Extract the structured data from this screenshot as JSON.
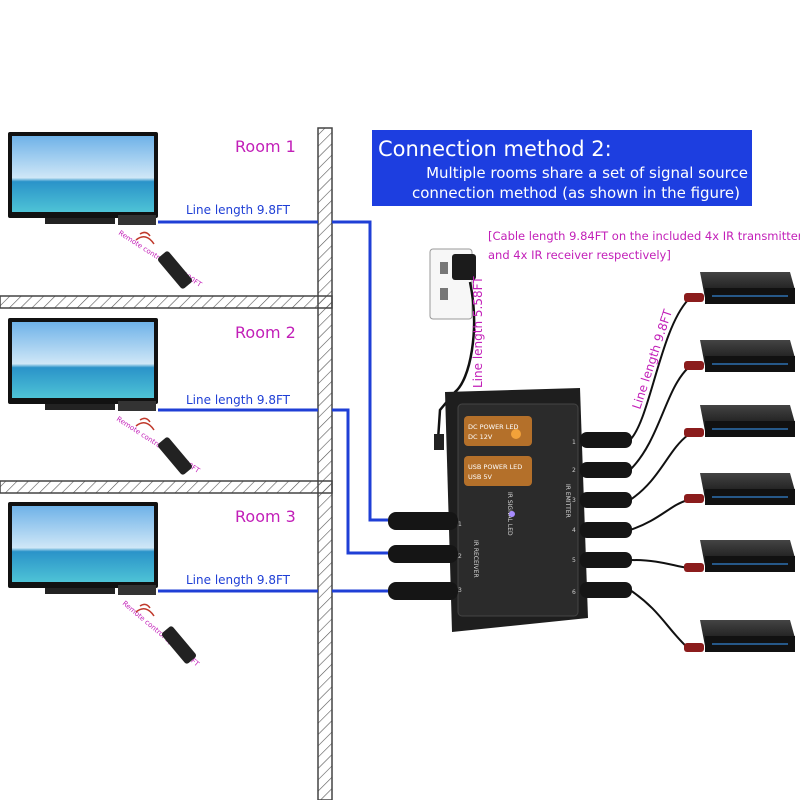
{
  "title_box": {
    "heading": "Connection method 2:",
    "line1": "Multiple rooms share a set of signal source",
    "line2": "connection method (as shown in the figure)"
  },
  "rooms": [
    {
      "label": "Room 1",
      "line_length": "Line length 9.8FT",
      "remote_text": "Remote control up to 100FT"
    },
    {
      "label": "Room 2",
      "line_length": "Line length 9.8FT",
      "remote_text": "Remote control up to 100FT"
    },
    {
      "label": "Room 3",
      "line_length": "Line length 9.8FT",
      "remote_text": "Remote control up to 100FT"
    }
  ],
  "cable_note": {
    "line1": "[Cable length 9.84FT on the included 4x IR transmitter",
    "line2": "and 4x IR receiver respectively]"
  },
  "power_line_length": "Line length 5.58FT",
  "emitter_line_length": "Line length 9.8FT",
  "device": {
    "dc_led": "DC POWER LED",
    "dc_volt": "DC 12V",
    "usb_led": "USB POWER LED",
    "usb_volt": "USB 5V",
    "ir_signal": "IR SIGNAL LED",
    "ir_emitter": "IR EMITTER",
    "ir_receiver": "IR RECEIVER",
    "emitter_ports": [
      "1",
      "2",
      "3",
      "4",
      "5",
      "6"
    ],
    "receiver_ports": [
      "1",
      "2",
      "3"
    ]
  },
  "colors": {
    "accent_magenta": "#c21fb8",
    "cable_blue": "#1f3fd6",
    "title_bg": "#1d3ee0",
    "device_body": "#2b2b2b",
    "led_orange": "#f2a23a"
  }
}
